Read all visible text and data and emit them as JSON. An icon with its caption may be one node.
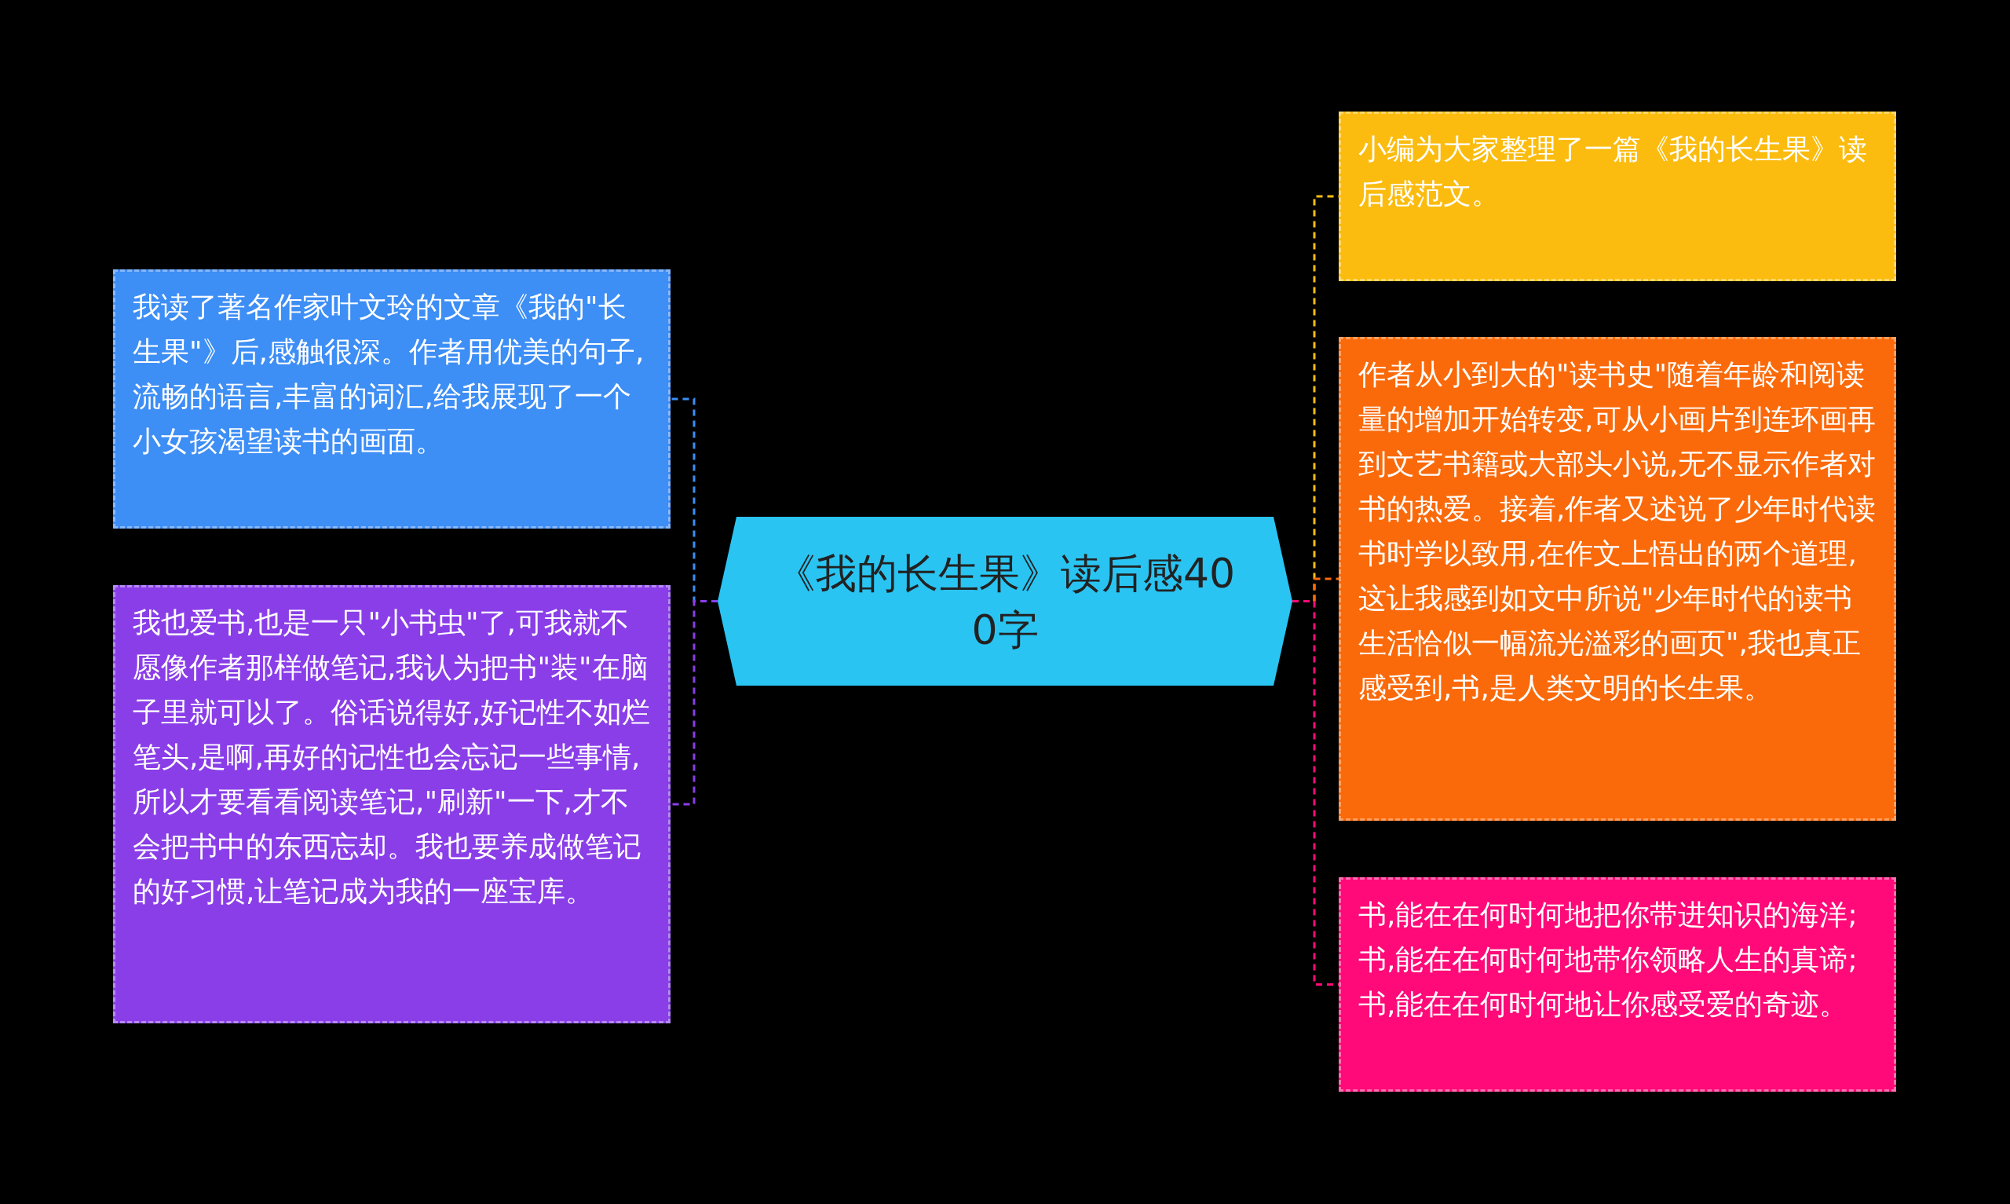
{
  "diagram": {
    "nodes": [
      {
        "text": [
          "《我的长生果》读后感400字"
        ]
      },
      {
        "text": [
          "我读了著名作家叶文玲的文章《我的\"长生果\"》后,感触很深。作者用优美的句子,流畅的语言,丰富的词汇,给我展现了一个小女孩渴望读书的画面。"
        ]
      },
      {
        "text": [
          "我也爱书,也是一只\"小书虫\"了,可我就不愿像作者那样做笔记,我认为把书\"装\"在脑子里就可以了。俗话说得好,好记性不如烂笔头,是啊,再好的记性也会忘记一些事情,所以才要看看阅读笔记,\"刷新\"一下,才不会把书中的东西忘却。我也要养成做笔记的好习惯,让笔记成为我的一座宝库。"
        ]
      },
      {
        "text": [
          "小编为大家整理了一篇《我的长生果》读后感范文。"
        ]
      },
      {
        "text": [
          "作者从小到大的\"读书史\"随着年龄和阅读量的增加开始转变,可从小画片到连环画再到文艺书籍或大部头小说,无不显示作者对书的热爱。接着,作者又述说了少年时代读书时学以致用,在作文上悟出的两个道理,这让我感到如文中所说\"少年时代的读书生活恰似一幅流光溢彩的画页\",我也真正感受到,书,是人类文明的长生果。"
        ]
      },
      {
        "text": [
          "书,能在在何时何地把你带进知识的海洋;书,能在在何时何地带你领略人生的真谛;书,能在在何时何地让你感受爱的奇迹。"
        ]
      }
    ],
    "edges": [
      {
        "from": 0,
        "to": 1,
        "arrow": "none",
        "style": "dashed",
        "color": "#3d8ef5"
      },
      {
        "from": 0,
        "to": 2,
        "arrow": "none",
        "style": "dashed",
        "color": "#8a3ee8"
      },
      {
        "from": 0,
        "to": 3,
        "arrow": "none",
        "style": "dashed",
        "color": "#fbbc0f"
      },
      {
        "from": 0,
        "to": 4,
        "arrow": "none",
        "style": "dashed",
        "color": "#fa6a0a"
      },
      {
        "from": 0,
        "to": 5,
        "arrow": "none",
        "style": "dashed",
        "color": "#ff0a78"
      }
    ]
  }
}
